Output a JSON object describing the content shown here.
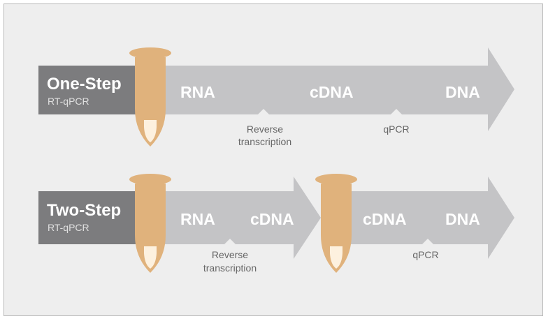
{
  "colors": {
    "background": "#eeeeee",
    "arrow": "#c4c4c6",
    "label_box": "#7c7c7e",
    "tube": "#e0b27c",
    "tube_window": "#fdf1df"
  },
  "one_step": {
    "title": "One-Step",
    "subtitle": "RT-qPCR",
    "stages": [
      "RNA",
      "cDNA",
      "DNA"
    ],
    "step_1_line1": "Reverse",
    "step_1_line2": "transcription",
    "step_2": "qPCR"
  },
  "two_step": {
    "title": "Two-Step",
    "subtitle": "RT-qPCR",
    "stage_a": [
      "RNA",
      "cDNA"
    ],
    "stage_b": [
      "cDNA",
      "DNA"
    ],
    "step_1_line1": "Reverse",
    "step_1_line2": "transcription",
    "step_2": "qPCR"
  },
  "icons": [
    "pcr-tube-icon"
  ]
}
